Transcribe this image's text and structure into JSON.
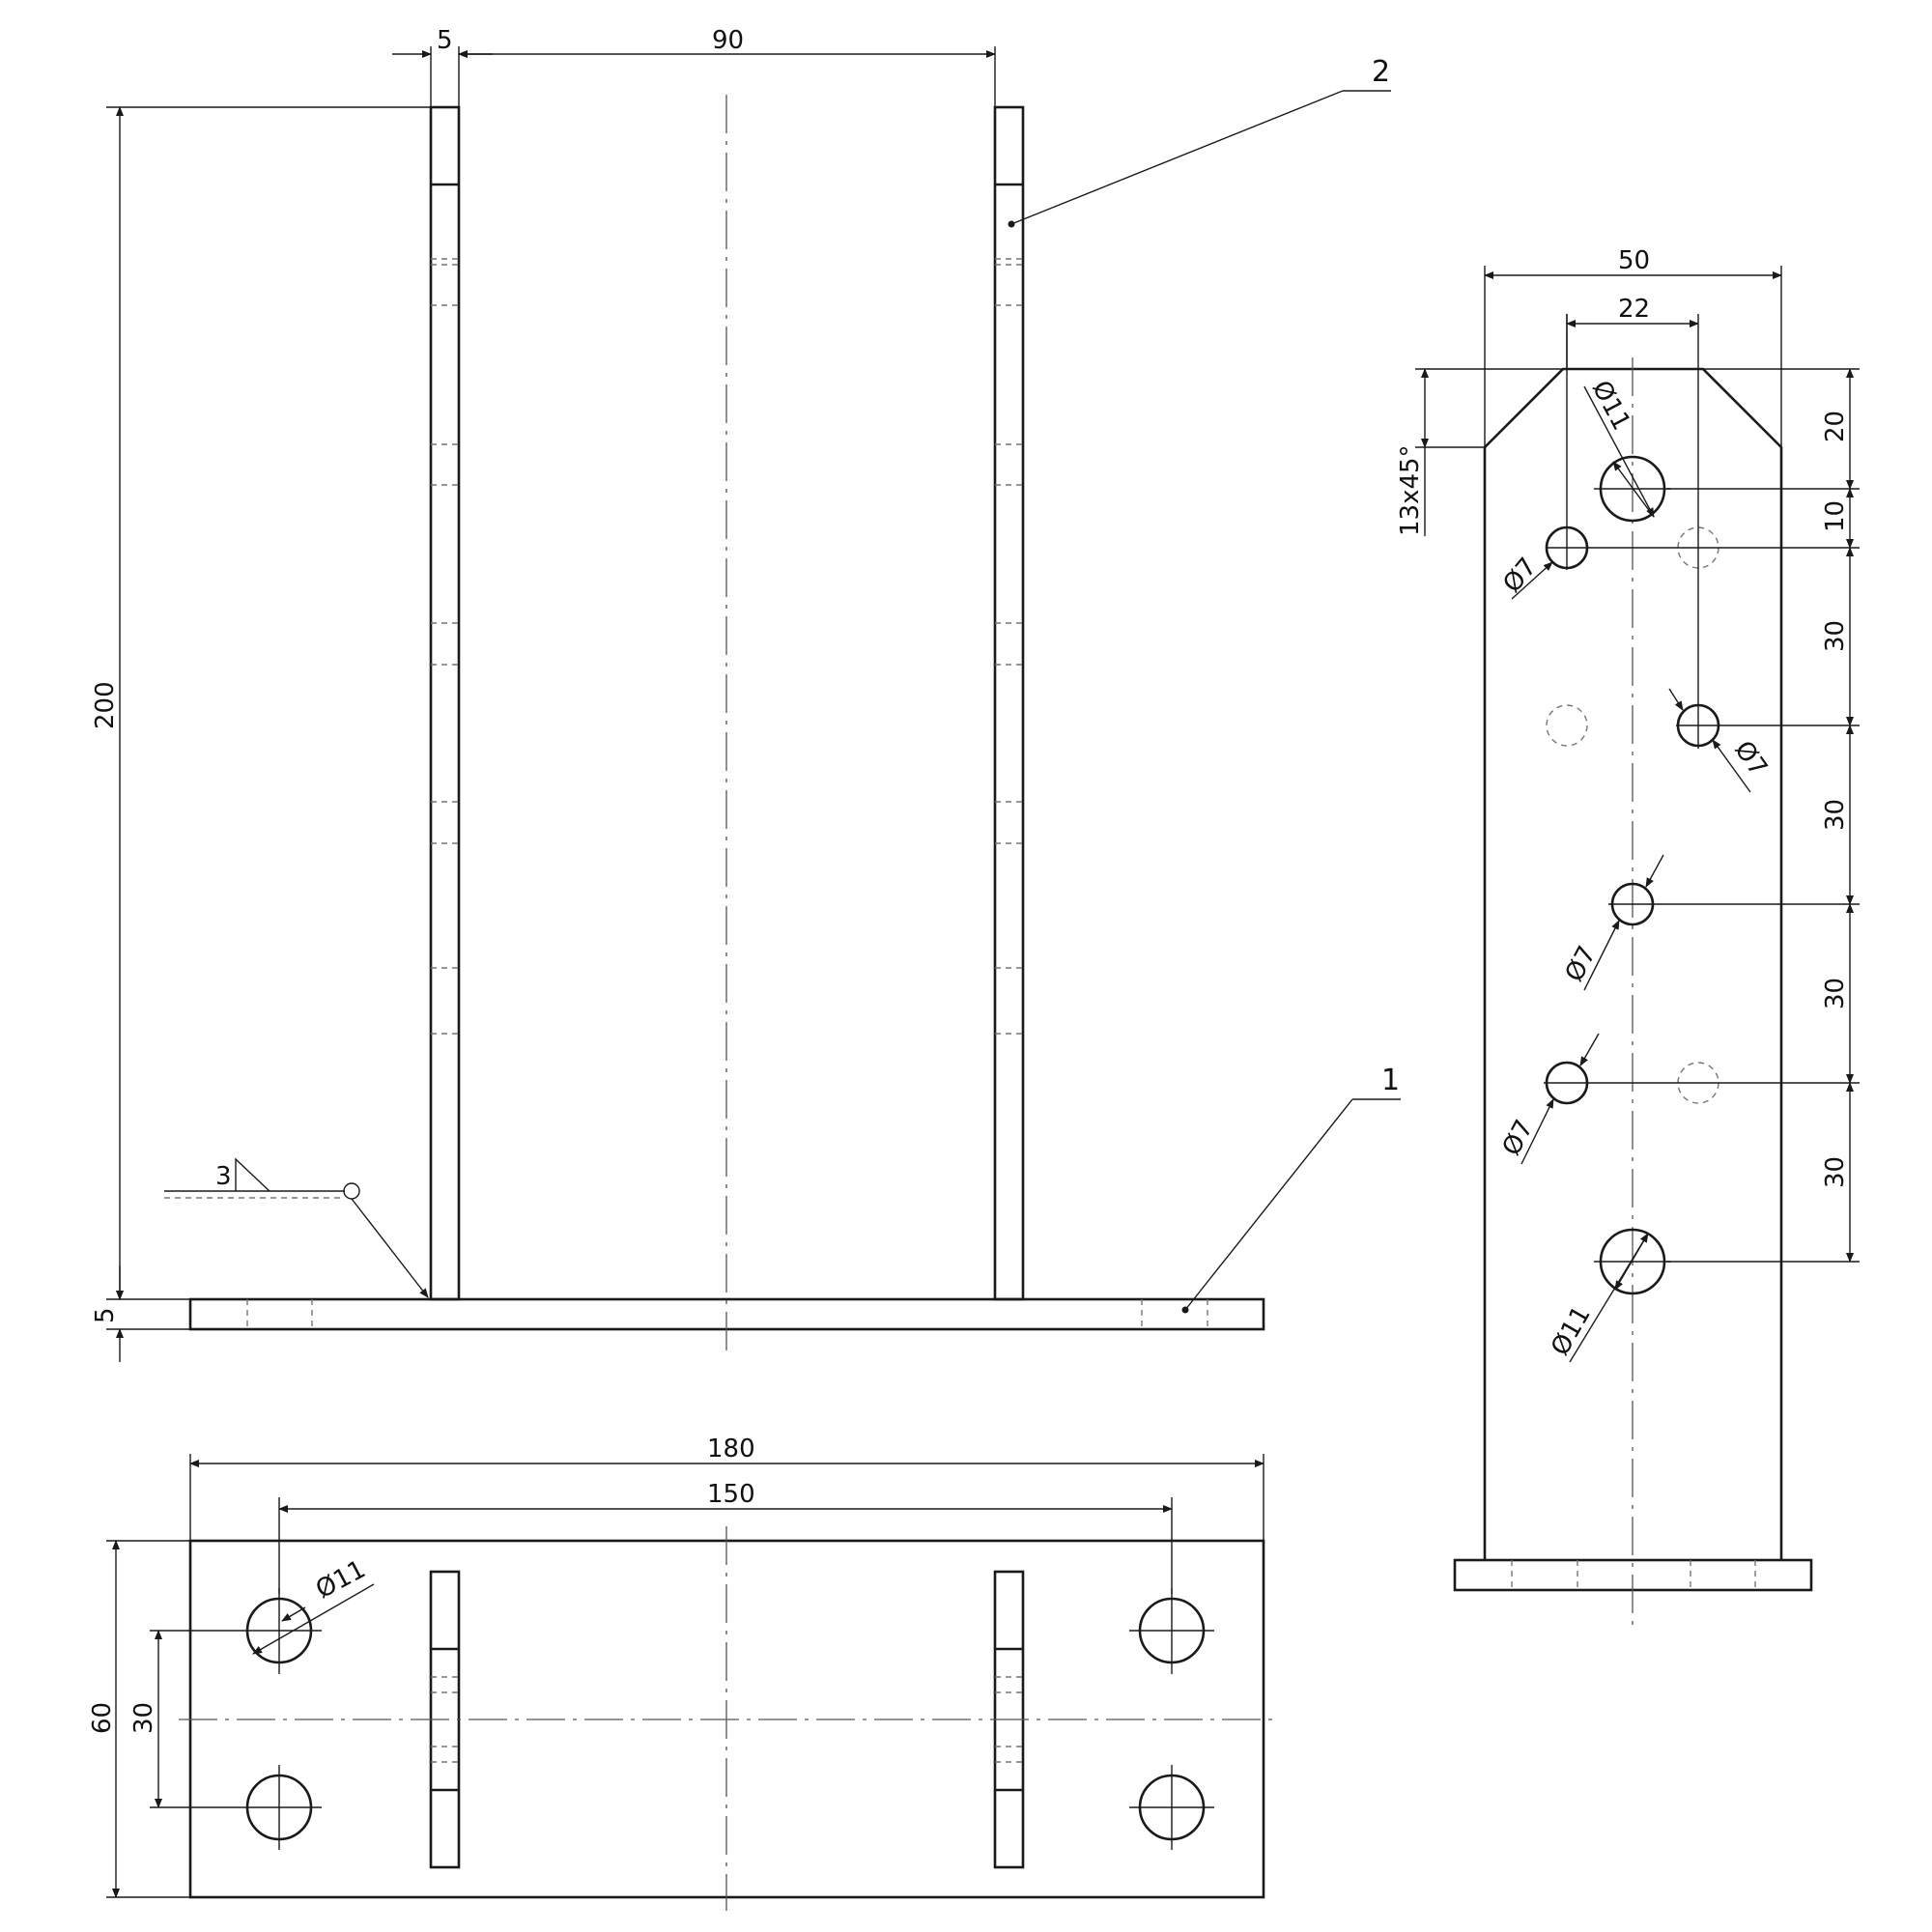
{
  "dimensions": {
    "d5_top": "5",
    "d90": "90",
    "d200": "200",
    "d5_base": "5",
    "d180": "180",
    "d150": "150",
    "d60": "60",
    "d30_plan": "30",
    "d50": "50",
    "d22": "22",
    "d20": "20",
    "d10": "10",
    "d30_a": "30",
    "d30_b": "30",
    "d30_c": "30",
    "d30_d": "30",
    "chamfer": "13x45°",
    "dia11_top": "Ø11",
    "dia7_a": "Ø7",
    "dia7_b": "Ø7",
    "dia7_c": "Ø7",
    "dia7_d": "Ø7",
    "dia11_bottom": "Ø11",
    "dia11_plan": "Ø11"
  },
  "labels": {
    "part1": "1",
    "part2": "2",
    "weld_size": "3"
  }
}
